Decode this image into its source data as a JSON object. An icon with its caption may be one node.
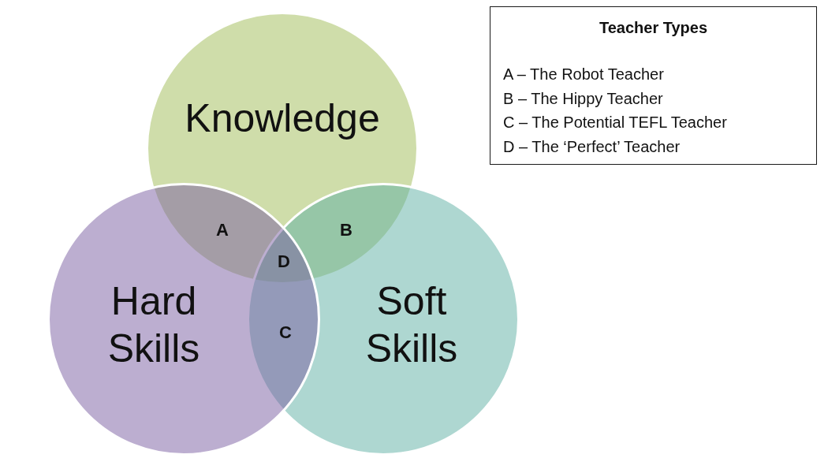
{
  "diagram": {
    "nodes": [
      {
        "text": [
          "Knowledge"
        ]
      },
      {
        "text": [
          "Hard Skills"
        ]
      },
      {
        "text": [
          "Soft Skills"
        ]
      },
      {
        "text": [
          "Teacher Types",
          "A – The Robot Teacher",
          "B – The Hippy Teacher",
          "C – The Potential TEFL Teacher",
          "D – The ‘Perfect’ Teacher"
        ]
      }
    ],
    "labels": [
      "A",
      "B",
      "D",
      "C"
    ]
  }
}
